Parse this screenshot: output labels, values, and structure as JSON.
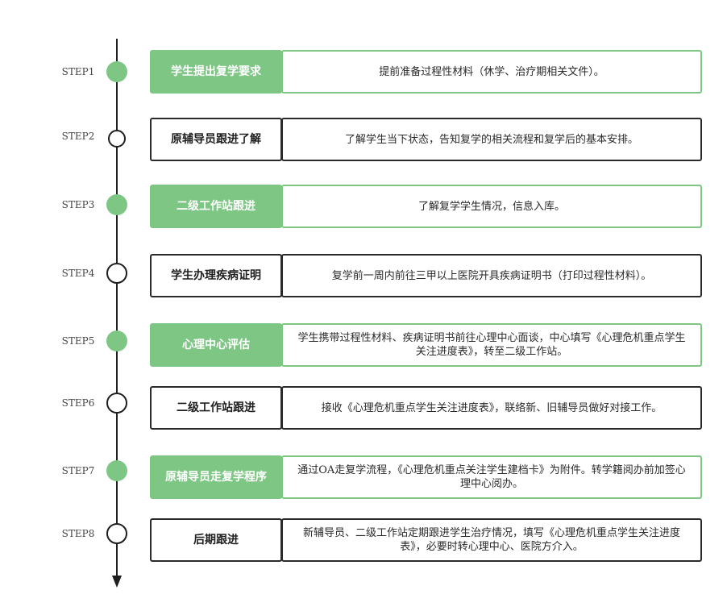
{
  "steps": [
    {
      "step": "STEP1",
      "title": "学生提出复学要求",
      "desc": "提前准备过程性材料（休学、治疗期相关文件）。",
      "status": "done"
    },
    {
      "step": "STEP2",
      "title": "原辅导员跟进了解",
      "desc": "了解学生当下状态，告知复学的相关流程和复学后的基本安排。",
      "status": "todo"
    },
    {
      "step": "STEP3",
      "title": "二级工作站跟进",
      "desc": "了解复学学生情况，信息入库。",
      "status": "done"
    },
    {
      "step": "STEP4",
      "title": "学生办理疾病证明",
      "desc": "复学前一周内前往三甲以上医院开具疾病证明书（打印过程性材料）。",
      "status": "todo"
    },
    {
      "step": "STEP5",
      "title": "心理中心评估",
      "desc": "学生携带过程性材料、疾病证明书前往心理中心面谈，中心填写《心理危机重点学生关注进度表》，转至二级工作站。",
      "status": "done"
    },
    {
      "step": "STEP6",
      "title": "二级工作站跟进",
      "desc": "接收《心理危机重点学生关注进度表》，联络新、旧辅导员做好对接工作。",
      "status": "todo"
    },
    {
      "step": "STEP7",
      "title": "原辅导员走复学程序",
      "desc": "通过OA走复学流程，《心理危机重点关注学生建档卡》为附件。转学籍阅办前加签心理中心阅办。",
      "status": "done"
    },
    {
      "step": "STEP8",
      "title": "后期跟进",
      "desc": "新辅导员、二级工作站定期跟进学生治疗情况，填写《心理危机重点学生关注进度表》，必要时转心理中心、医院方介入。",
      "status": "todo"
    }
  ],
  "colors": {
    "accent_green": "#7ec684",
    "line_dark": "#1f1f1f"
  }
}
